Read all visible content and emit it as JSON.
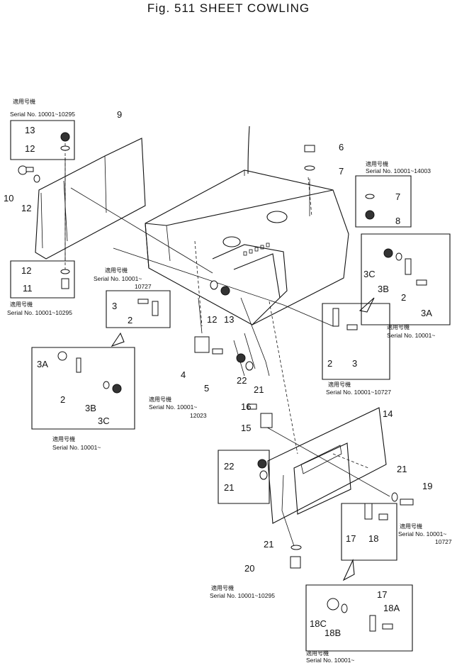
{
  "title": "Fig. 511  SHEET  COWLING",
  "serial_kanji": "適用号機",
  "serials": {
    "top_left": "Serial No. 10001~10295",
    "top_right": "Serial No. 10001~14003",
    "mid_left_a": "Serial No. 10001~",
    "mid_left_b": "10727",
    "left": "Serial No. 10001~10295",
    "right": "Serial No. 10001~",
    "center": "Serial No. 10001~",
    "center_b": "12023",
    "right_mid": "Serial No. 10001~10727",
    "left_lower": "Serial No. 10001~",
    "right_lower_a": "Serial No. 10001~",
    "right_lower_b": "10727",
    "bottom_center": "Serial No. 10001~10295",
    "bottom_right": "Serial No. 10001~"
  },
  "parts": {
    "p1": "13",
    "p2": "12",
    "p3": "9",
    "p4": "10",
    "p5": "12",
    "p6": "12",
    "p7": "11",
    "p8": "6",
    "p9": "7",
    "p10": "7",
    "p11": "8",
    "p12": "3",
    "p13": "2",
    "p14": "12",
    "p15": "13",
    "p16": "3C",
    "p17": "3B",
    "p18": "2",
    "p19": "3A",
    "p20": "2",
    "p21": "3",
    "p22": "3A",
    "p23": "2",
    "p24": "3B",
    "p25": "3C",
    "p26": "4",
    "p27": "5",
    "p28": "22",
    "p29": "21",
    "p30": "16",
    "p31": "15",
    "p32": "14",
    "p33": "22",
    "p34": "21",
    "p35": "21",
    "p36": "19",
    "p37": "17",
    "p38": "18",
    "p39": "21",
    "p40": "20",
    "p41": "17",
    "p42": "18A",
    "p43": "18C",
    "p44": "18B"
  }
}
